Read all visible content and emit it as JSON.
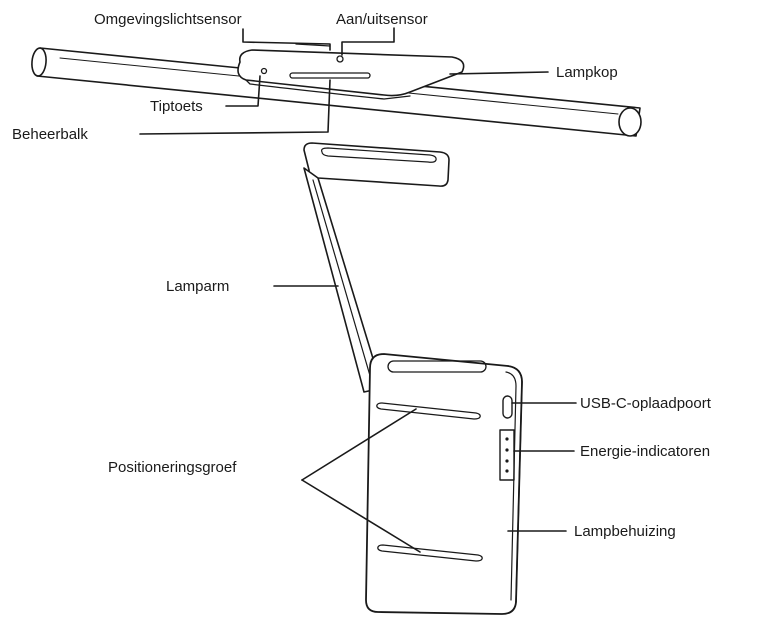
{
  "labels": {
    "ambient_light_sensor": "Omgevingslichtsensor",
    "on_off_sensor": "Aan/uitsensor",
    "lamp_head": "Lampkop",
    "touch_key": "Tiptoets",
    "control_bar": "Beheerbalk",
    "lamp_arm": "Lamparm",
    "usb_c_port": "USB-C-oplaadpoort",
    "power_indicators": "Energie-indicatoren",
    "positioning_groove": "Positioneringsgroef",
    "lamp_housing": "Lampbehuizing"
  },
  "colors": {
    "line": "#1a1a1a",
    "background": "#ffffff"
  }
}
